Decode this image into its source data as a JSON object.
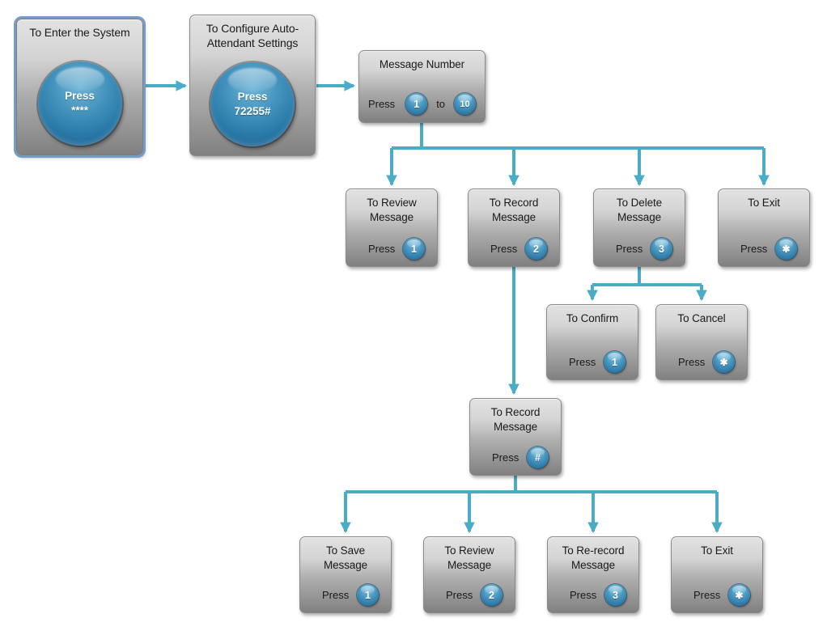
{
  "colors": {
    "connector": "#4bacc6",
    "box_gradient_top": "#e2e2e2",
    "box_gradient_bottom": "#808080",
    "button_blue": "#2a7aa9",
    "button_text": "#ffffff",
    "title_text": "#1a1a1a",
    "selected_outline": "#739dc7"
  },
  "nodes": {
    "enter": {
      "title": "To Enter the System",
      "button_line1": "Press",
      "button_line2": "****",
      "selected": true
    },
    "configure": {
      "title": "To Configure Auto-Attendant Settings",
      "button_line1": "Press",
      "button_line2": "72255#"
    },
    "msgnum": {
      "title": "Message Number",
      "press_label": "Press",
      "key_from": "1",
      "to_label": "to",
      "key_to": "10"
    },
    "review1": {
      "title": "To Review Message",
      "press_label": "Press",
      "key": "1"
    },
    "record1": {
      "title": "To Record Message",
      "press_label": "Press",
      "key": "2"
    },
    "delete1": {
      "title": "To Delete Message",
      "press_label": "Press",
      "key": "3"
    },
    "exit1": {
      "title": "To Exit",
      "press_label": "Press",
      "key": "✱"
    },
    "confirm": {
      "title": "To Confirm",
      "press_label": "Press",
      "key": "1"
    },
    "cancel": {
      "title": "To Cancel",
      "press_label": "Press",
      "key": "✱"
    },
    "record2": {
      "title": "To Record Message",
      "press_label": "Press",
      "key": "#"
    },
    "save": {
      "title": "To Save Message",
      "press_label": "Press",
      "key": "1"
    },
    "review2": {
      "title": "To Review Message",
      "press_label": "Press",
      "key": "2"
    },
    "rerecord": {
      "title": "To Re-record Message",
      "press_label": "Press",
      "key": "3"
    },
    "exit2": {
      "title": "To Exit",
      "press_label": "Press",
      "key": "✱"
    }
  }
}
